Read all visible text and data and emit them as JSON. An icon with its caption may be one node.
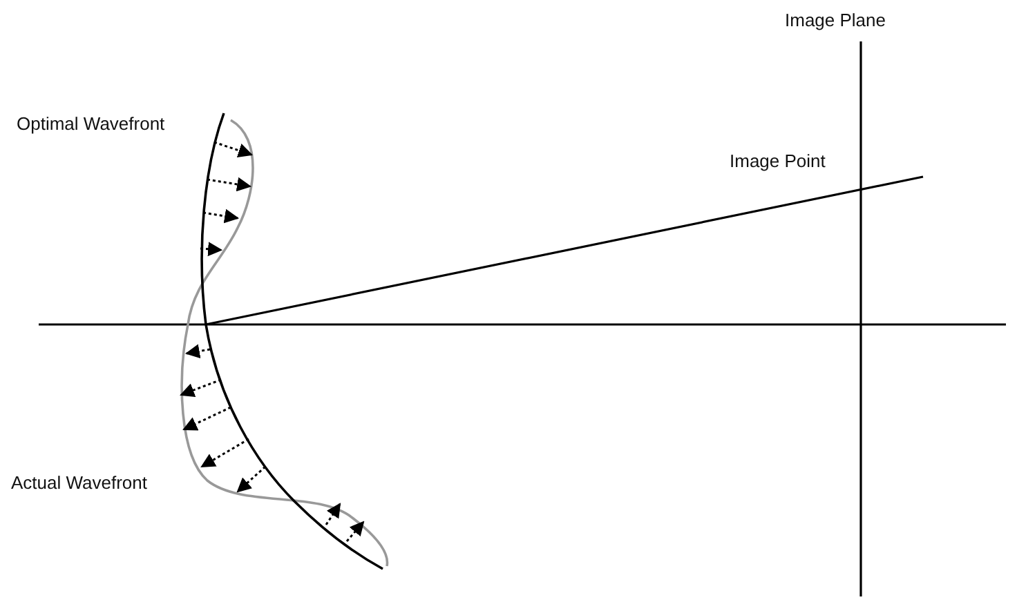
{
  "diagram": {
    "labels": [
      "Image Plane",
      "Optimal Wavefront",
      "Image Point",
      "Actual Wavefront"
    ]
  }
}
